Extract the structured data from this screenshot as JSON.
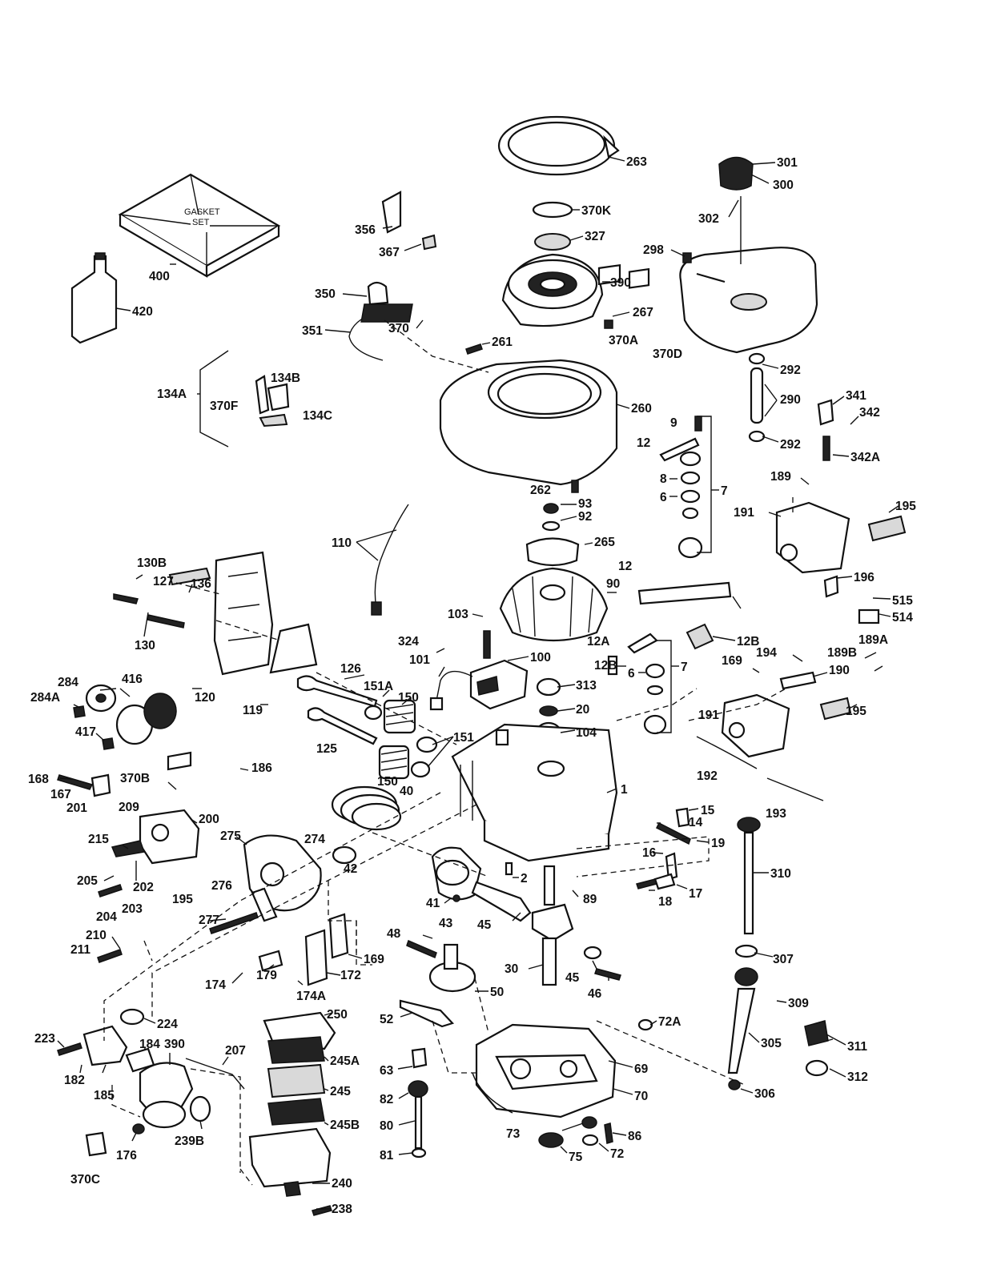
{
  "gasket_box": {
    "line1": "GASKET",
    "line2": "SET"
  },
  "labels": [
    {
      "id": "l263",
      "text": "263"
    },
    {
      "id": "l301",
      "text": "301"
    },
    {
      "id": "l300",
      "text": "300"
    },
    {
      "id": "l370K",
      "text": "370K"
    },
    {
      "id": "l327",
      "text": "327"
    },
    {
      "id": "l302",
      "text": "302"
    },
    {
      "id": "l356",
      "text": "356"
    },
    {
      "id": "l367",
      "text": "367"
    },
    {
      "id": "l298",
      "text": "298"
    },
    {
      "id": "l390a",
      "text": "390"
    },
    {
      "id": "l267",
      "text": "267"
    },
    {
      "id": "l400",
      "text": "400"
    },
    {
      "id": "l420",
      "text": "420"
    },
    {
      "id": "l350",
      "text": "350"
    },
    {
      "id": "l351",
      "text": "351"
    },
    {
      "id": "l370",
      "text": "370"
    },
    {
      "id": "l261",
      "text": "261"
    },
    {
      "id": "l370A",
      "text": "370A"
    },
    {
      "id": "l370D",
      "text": "370D"
    },
    {
      "id": "l292a",
      "text": "292"
    },
    {
      "id": "l290",
      "text": "290"
    },
    {
      "id": "l292b",
      "text": "292"
    },
    {
      "id": "l134A",
      "text": "134A"
    },
    {
      "id": "l134B",
      "text": "134B"
    },
    {
      "id": "l370F",
      "text": "370F"
    },
    {
      "id": "l134C",
      "text": "134C"
    },
    {
      "id": "l260",
      "text": "260"
    },
    {
      "id": "l341",
      "text": "341"
    },
    {
      "id": "l342",
      "text": "342"
    },
    {
      "id": "l342A",
      "text": "342A"
    },
    {
      "id": "l9",
      "text": "9"
    },
    {
      "id": "l12a",
      "text": "12"
    },
    {
      "id": "l8",
      "text": "8"
    },
    {
      "id": "l6a",
      "text": "6"
    },
    {
      "id": "l7a",
      "text": "7"
    },
    {
      "id": "l262",
      "text": "262"
    },
    {
      "id": "l93",
      "text": "93"
    },
    {
      "id": "l92",
      "text": "92"
    },
    {
      "id": "l189",
      "text": "189"
    },
    {
      "id": "l191a",
      "text": "191"
    },
    {
      "id": "l195a",
      "text": "195"
    },
    {
      "id": "l110",
      "text": "110"
    },
    {
      "id": "l265",
      "text": "265"
    },
    {
      "id": "l196",
      "text": "196"
    },
    {
      "id": "l130B",
      "text": "130B"
    },
    {
      "id": "l127",
      "text": "127"
    },
    {
      "id": "l136",
      "text": "136"
    },
    {
      "id": "l12b",
      "text": "12"
    },
    {
      "id": "l90",
      "text": "90"
    },
    {
      "id": "l515",
      "text": "515"
    },
    {
      "id": "l514",
      "text": "514"
    },
    {
      "id": "l12B",
      "text": "12B"
    },
    {
      "id": "l130",
      "text": "130"
    },
    {
      "id": "l103",
      "text": "103"
    },
    {
      "id": "l324",
      "text": "324"
    },
    {
      "id": "l12A",
      "text": "12A"
    },
    {
      "id": "l189A",
      "text": "189A"
    },
    {
      "id": "l189B",
      "text": "189B"
    },
    {
      "id": "l194",
      "text": "194"
    },
    {
      "id": "l169a",
      "text": "169"
    },
    {
      "id": "l190",
      "text": "190"
    },
    {
      "id": "l101",
      "text": "101"
    },
    {
      "id": "l100",
      "text": "100"
    },
    {
      "id": "l126",
      "text": "126"
    },
    {
      "id": "l12Bs",
      "text": "12B"
    },
    {
      "id": "l6b",
      "text": "6"
    },
    {
      "id": "l7b",
      "text": "7"
    },
    {
      "id": "l284",
      "text": "284"
    },
    {
      "id": "l416",
      "text": "416"
    },
    {
      "id": "l284A",
      "text": "284A"
    },
    {
      "id": "l120",
      "text": "120"
    },
    {
      "id": "l119",
      "text": "119"
    },
    {
      "id": "l151A",
      "text": "151A"
    },
    {
      "id": "l150a",
      "text": "150"
    },
    {
      "id": "l313",
      "text": "313"
    },
    {
      "id": "l20",
      "text": "20"
    },
    {
      "id": "l191b",
      "text": "191"
    },
    {
      "id": "l195b",
      "text": "195"
    },
    {
      "id": "l417",
      "text": "417"
    },
    {
      "id": "l125",
      "text": "125"
    },
    {
      "id": "l151",
      "text": "151"
    },
    {
      "id": "l104",
      "text": "104"
    },
    {
      "id": "l186",
      "text": "186"
    },
    {
      "id": "l168",
      "text": "168"
    },
    {
      "id": "l167",
      "text": "167"
    },
    {
      "id": "l201",
      "text": "201"
    },
    {
      "id": "l370B",
      "text": "370B"
    },
    {
      "id": "l150b",
      "text": "150"
    },
    {
      "id": "l40",
      "text": "40"
    },
    {
      "id": "l1",
      "text": "1"
    },
    {
      "id": "l192",
      "text": "192"
    },
    {
      "id": "l193",
      "text": "193"
    },
    {
      "id": "l209",
      "text": "209"
    },
    {
      "id": "l200",
      "text": "200"
    },
    {
      "id": "l15",
      "text": "15"
    },
    {
      "id": "l14",
      "text": "14"
    },
    {
      "id": "l215",
      "text": "215"
    },
    {
      "id": "l275",
      "text": "275"
    },
    {
      "id": "l274",
      "text": "274"
    },
    {
      "id": "l42",
      "text": "42"
    },
    {
      "id": "l19",
      "text": "19"
    },
    {
      "id": "l16",
      "text": "16"
    },
    {
      "id": "l310",
      "text": "310"
    },
    {
      "id": "l205",
      "text": "205"
    },
    {
      "id": "l202",
      "text": "202"
    },
    {
      "id": "l2",
      "text": "2"
    },
    {
      "id": "l17",
      "text": "17"
    },
    {
      "id": "l195c",
      "text": "195"
    },
    {
      "id": "l276",
      "text": "276"
    },
    {
      "id": "l204",
      "text": "204"
    },
    {
      "id": "l203",
      "text": "203"
    },
    {
      "id": "l41",
      "text": "41"
    },
    {
      "id": "l43",
      "text": "43"
    },
    {
      "id": "l45a",
      "text": "45"
    },
    {
      "id": "l89",
      "text": "89"
    },
    {
      "id": "l18",
      "text": "18"
    },
    {
      "id": "l277",
      "text": "277"
    },
    {
      "id": "l210",
      "text": "210"
    },
    {
      "id": "l211",
      "text": "211"
    },
    {
      "id": "l48",
      "text": "48"
    },
    {
      "id": "l169b",
      "text": "169"
    },
    {
      "id": "l307",
      "text": "307"
    },
    {
      "id": "l174",
      "text": "174"
    },
    {
      "id": "l179",
      "text": "179"
    },
    {
      "id": "l172",
      "text": "172"
    },
    {
      "id": "l30",
      "text": "30"
    },
    {
      "id": "l45b",
      "text": "45"
    },
    {
      "id": "l46",
      "text": "46"
    },
    {
      "id": "l50",
      "text": "50"
    },
    {
      "id": "l174A",
      "text": "174A"
    },
    {
      "id": "l309",
      "text": "309"
    },
    {
      "id": "l224",
      "text": "224"
    },
    {
      "id": "l250",
      "text": "250"
    },
    {
      "id": "l52",
      "text": "52"
    },
    {
      "id": "l72A",
      "text": "72A"
    },
    {
      "id": "l223",
      "text": "223"
    },
    {
      "id": "l184",
      "text": "184"
    },
    {
      "id": "l390b",
      "text": "390"
    },
    {
      "id": "l207",
      "text": "207"
    },
    {
      "id": "l305",
      "text": "305"
    },
    {
      "id": "l311",
      "text": "311"
    },
    {
      "id": "l245A",
      "text": "245A"
    },
    {
      "id": "l182",
      "text": "182"
    },
    {
      "id": "l185",
      "text": "185"
    },
    {
      "id": "l63",
      "text": "63"
    },
    {
      "id": "l69",
      "text": "69"
    },
    {
      "id": "l312",
      "text": "312"
    },
    {
      "id": "l245",
      "text": "245"
    },
    {
      "id": "l82",
      "text": "82"
    },
    {
      "id": "l70",
      "text": "70"
    },
    {
      "id": "l306",
      "text": "306"
    },
    {
      "id": "l245B",
      "text": "245B"
    },
    {
      "id": "l80",
      "text": "80"
    },
    {
      "id": "l176",
      "text": "176"
    },
    {
      "id": "l239B",
      "text": "239B"
    },
    {
      "id": "l73",
      "text": "73"
    },
    {
      "id": "l86",
      "text": "86"
    },
    {
      "id": "l370C",
      "text": "370C"
    },
    {
      "id": "l81",
      "text": "81"
    },
    {
      "id": "l75",
      "text": "75"
    },
    {
      "id": "l72",
      "text": "72"
    },
    {
      "id": "l240",
      "text": "240"
    },
    {
      "id": "l238",
      "text": "238"
    }
  ]
}
